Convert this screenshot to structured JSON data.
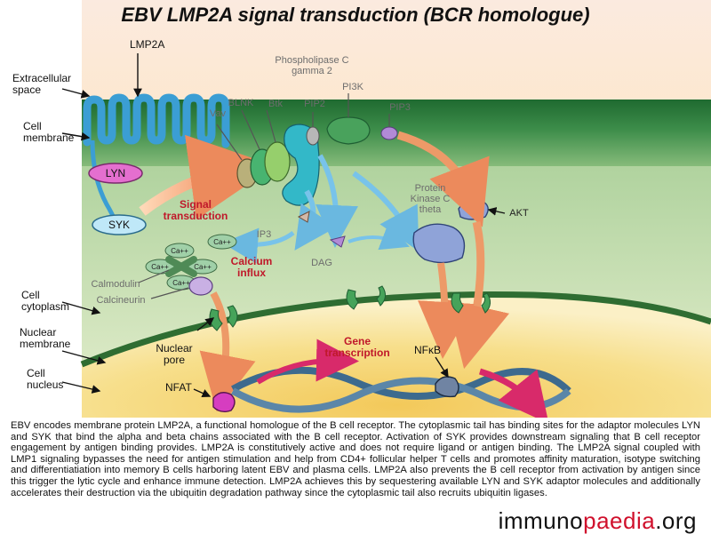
{
  "title": "EBV LMP2A signal transduction (BCR homologue)",
  "labels": {
    "lmp2a": "LMP2A",
    "extracellular_space": "Extracellular space",
    "cell_membrane": "Cell membrane",
    "cell_cytoplasm": "Cell cytoplasm",
    "nuclear_membrane": "Nuclear membrane",
    "cell_nucleus": "Cell nucleus",
    "lyn": "LYN",
    "syk": "SYK",
    "vav": "Vav",
    "blnk": "BLNK",
    "btk": "Btk",
    "plc_gamma2": "Phospholipase C gamma 2",
    "pip2": "PIP2",
    "pi3k": "PI3K",
    "pip3": "PIP3",
    "pkc_theta": "Protein Kinase C theta",
    "akt": "AKT",
    "ip3": "IP3",
    "dag": "DAG",
    "calmodulin": "Calmodulin",
    "calcineurin": "Calcineurin",
    "ca": "Ca++",
    "nuclear_pore": "Nuclear pore",
    "nfat": "NFAT",
    "nfkb": "NFκB"
  },
  "processes": {
    "signal_transduction": "Signal transduction",
    "calcium_influx": "Calcium influx",
    "gene_transcription": "Gene transcription"
  },
  "caption": "EBV encodes membrane protein LMP2A, a functional homologue of the B cell receptor. The cytoplasmic tail has binding sites for the adaptor molecules LYN and SYK that bind the alpha and beta chains associated with the B cell receptor. Activation of SYK provides downstream signaling that B cell receptor engagement by antigen binding provides. LMP2A is constitutively active and does not require ligand or antigen binding. The LMP2A signal coupled with LMP1 signaling bypasses the need for antigen stimulation and help from CD4+ follicular helper T cells and promotes affinity maturation, isotype switching and differentiatiation into memory B cells harboring latent EBV and plasma cells. LMP2A also prevents the B cell receptor from activation by antigen since this trigger the lytic cycle and enhance immune detection. LMP2A achieves this by sequestering available LYN and SYK adaptor molecules and additionally accelerates their destruction via the ubiquitin degradation pathway since the cytoplasmic tail also recruits ubiquitin ligases.",
  "brand": {
    "prefix": "immuno",
    "accent": "paedia",
    "suffix": ".org"
  },
  "colors": {
    "membrane_green": "#2f7d3c",
    "cytoplasm_green": "#b7d6a6",
    "nucleus_yellow": "#f6de86",
    "lmp2a_blue": "#4aa8d8",
    "lyn_pink": "#e46fcf",
    "signal_arrow": "#f0a070",
    "transcription_arrow": "#d82a6a",
    "dna_blue": "#3b5f7f",
    "label_red": "#c0182a"
  }
}
